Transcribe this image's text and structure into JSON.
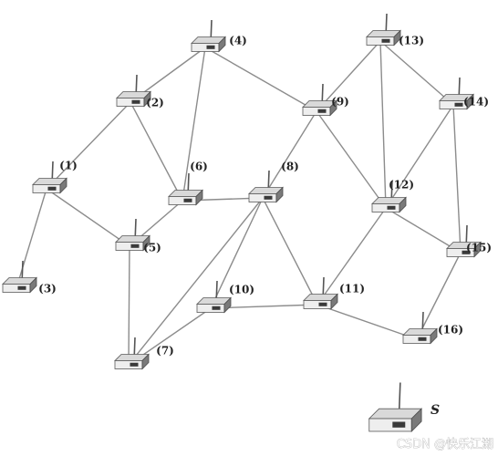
{
  "diagram": {
    "nodes": [
      {
        "id": "1",
        "label": "(1)"
      },
      {
        "id": "2",
        "label": "(2)"
      },
      {
        "id": "3",
        "label": "(3)"
      },
      {
        "id": "4",
        "label": "(4)"
      },
      {
        "id": "5",
        "label": "(5)"
      },
      {
        "id": "6",
        "label": "(6)"
      },
      {
        "id": "7",
        "label": "(7)"
      },
      {
        "id": "8",
        "label": "(8)"
      },
      {
        "id": "9",
        "label": "(9)"
      },
      {
        "id": "10",
        "label": "(10)"
      },
      {
        "id": "11",
        "label": "(11)"
      },
      {
        "id": "12",
        "label": "(12)"
      },
      {
        "id": "13",
        "label": "(13)"
      },
      {
        "id": "14",
        "label": "(14)"
      },
      {
        "id": "15",
        "label": "(15)"
      },
      {
        "id": "16",
        "label": "(16)"
      },
      {
        "id": "S",
        "label": "S"
      }
    ],
    "edges": [
      [
        "4",
        "2"
      ],
      [
        "4",
        "6"
      ],
      [
        "4",
        "9"
      ],
      [
        "2",
        "1"
      ],
      [
        "2",
        "6"
      ],
      [
        "1",
        "3"
      ],
      [
        "1",
        "5"
      ],
      [
        "6",
        "5"
      ],
      [
        "6",
        "8"
      ],
      [
        "5",
        "7"
      ],
      [
        "8",
        "7"
      ],
      [
        "8",
        "10"
      ],
      [
        "8",
        "9"
      ],
      [
        "8",
        "11"
      ],
      [
        "9",
        "13"
      ],
      [
        "9",
        "12"
      ],
      [
        "13",
        "14"
      ],
      [
        "13",
        "12"
      ],
      [
        "14",
        "12"
      ],
      [
        "14",
        "15"
      ],
      [
        "12",
        "11"
      ],
      [
        "12",
        "15"
      ],
      [
        "10",
        "7"
      ],
      [
        "10",
        "11"
      ],
      [
        "11",
        "16"
      ],
      [
        "15",
        "16"
      ]
    ]
  },
  "watermark": {
    "text": "CSDN @快乐江湖"
  }
}
